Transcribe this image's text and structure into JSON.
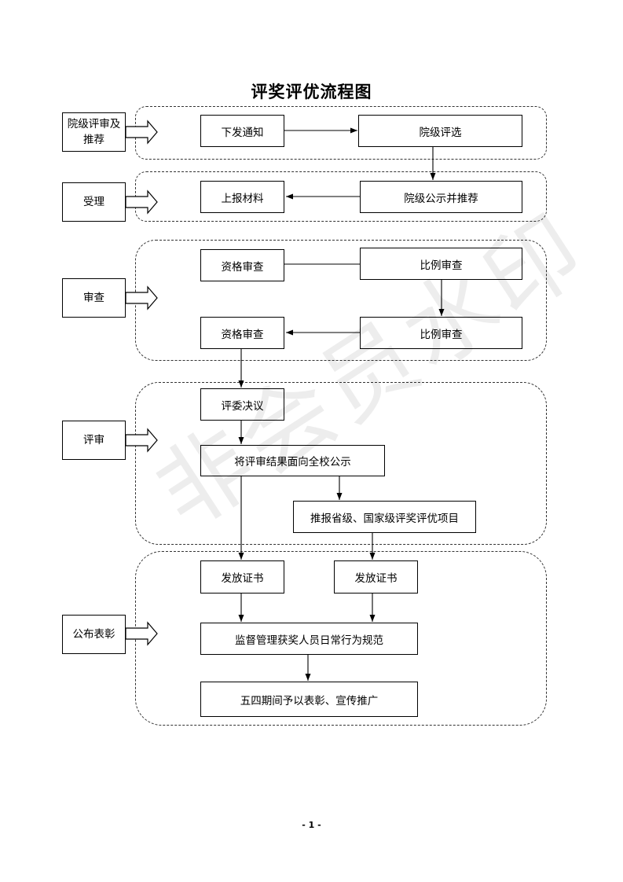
{
  "title": "评奖评优流程图",
  "stages": [
    {
      "label": "院级评审及推荐"
    },
    {
      "label": "受理"
    },
    {
      "label": "审查"
    },
    {
      "label": "评审"
    },
    {
      "label": "公布表彰"
    }
  ],
  "steps": {
    "notice": "下发通知",
    "college_select": "院级评选",
    "college_publicize": "院级公示并推荐",
    "report_materials": "上报材料",
    "qualification_check_1": "资格审查",
    "ratio_check_1": "比例审查",
    "ratio_check_2": "比例审查",
    "qualification_check_2": "资格审查",
    "committee_resolution": "评委决议",
    "publicize_results": "将评审结果面向全校公示",
    "recommend_national": "推报省级、国家级评奖评优项目",
    "issue_certificate_1": "发放证书",
    "issue_certificate_2": "发放证书",
    "supervise": "监督管理获奖人员日常行为规范",
    "may_fourth": "五四期间予以表彰、宣传推广"
  },
  "watermark": "非会员水印",
  "page_number": "- 1 -"
}
